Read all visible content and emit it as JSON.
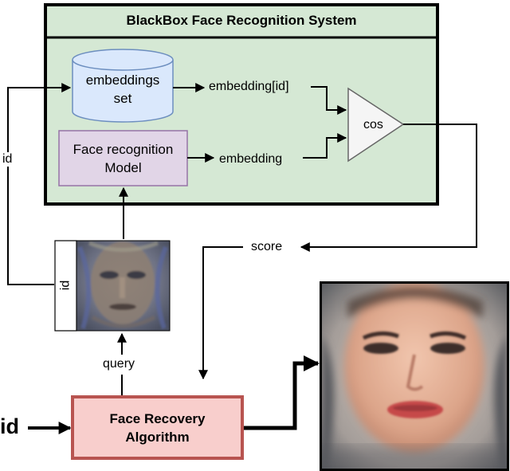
{
  "system": {
    "title": "BlackBox Face Recognition System"
  },
  "database": {
    "label_line1": "embeddings",
    "label_line2": "set"
  },
  "model": {
    "label_line1": "Face recognition",
    "label_line2": "Model"
  },
  "comparator": {
    "label": "cos"
  },
  "flows": {
    "embedding_id": "embedding[id]",
    "embedding": "embedding",
    "score": "score",
    "query": "query",
    "id_left": "id",
    "id_tag": "id",
    "id_input": "id"
  },
  "algorithm": {
    "label_line1": "Face Recovery",
    "label_line2": "Algorithm"
  },
  "colors": {
    "system_fill": "#d5e8d4",
    "database_fill": "#dae8fc",
    "database_stroke": "#6c8ebf",
    "model_fill": "#e1d5e7",
    "model_stroke": "#9673a6",
    "comparator_fill": "#f5f5f5",
    "algorithm_fill": "#f8cecc",
    "algorithm_stroke": "#b85450"
  }
}
